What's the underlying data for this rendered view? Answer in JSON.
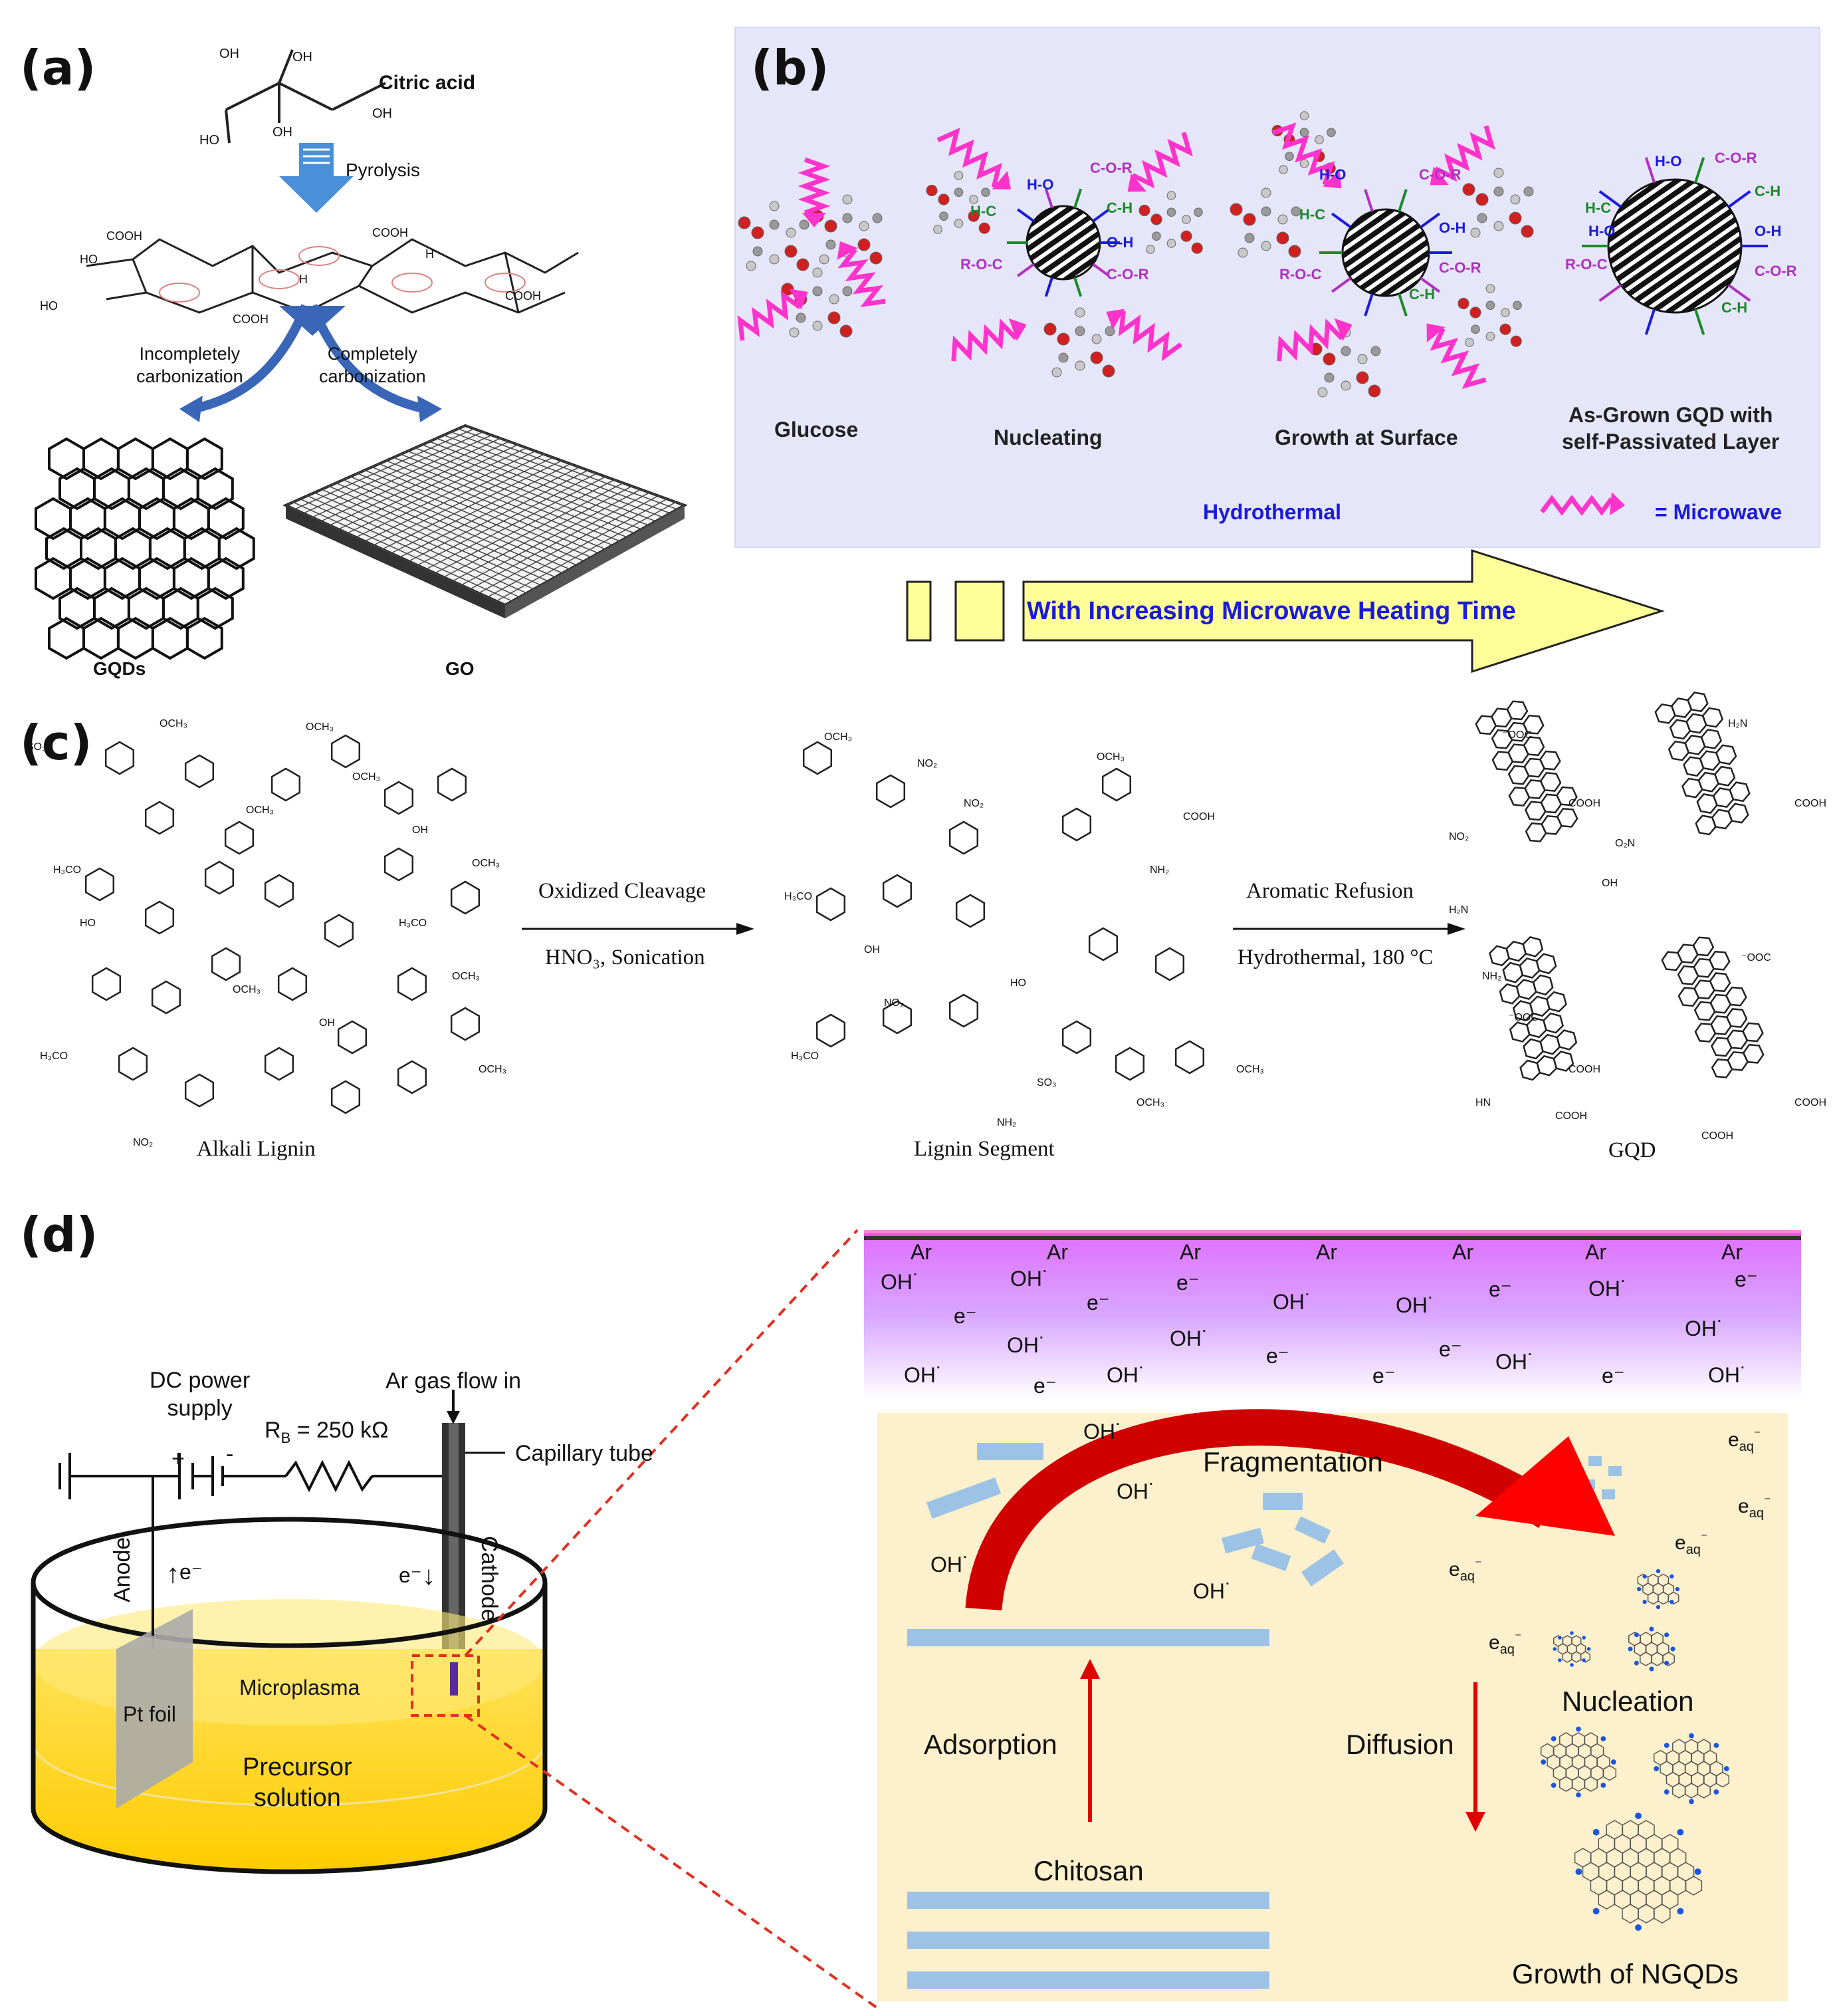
{
  "panels": {
    "a": {
      "letter": "(a)",
      "citric_acid": "Citric acid",
      "pyrolysis": "Pyrolysis",
      "incomplete": [
        "Incompletely",
        "carbonization"
      ],
      "complete": [
        "Completely",
        "carbonization"
      ],
      "gqds": "GQDs",
      "go": "GO",
      "cooh": "COOH",
      "oh": "OH",
      "h": "H",
      "ho": "HO"
    },
    "b": {
      "letter": "(b)",
      "stages": [
        "Glucose",
        "Nucleating",
        "Growth at Surface",
        "As-Grown GQD with",
        "self-Passivated Layer"
      ],
      "hydrothermal": "Hydrothermal",
      "microwave_legend": "= Microwave",
      "arrow_label": "With Increasing Microwave Heating Time",
      "groups": [
        "H-O",
        "C-O-R",
        "C-H",
        "O-H",
        "R-O-C",
        "H-C"
      ],
      "colors": {
        "background": "#e6e6fa",
        "microwave": "#ff33cc",
        "arrow_fill": "#ffff99",
        "label_blue": "#1a1adc"
      }
    },
    "c": {
      "letter": "(c)",
      "step1_top": "Oxidized Cleavage",
      "step1_bottom": "HNO₃, Sonication",
      "step2_top": "Aromatic Refusion",
      "step2_bottom": "Hydrothermal, 180 °C",
      "alkali_lignin": "Alkali Lignin",
      "lignin_segment": "Lignin Segment",
      "gqd": "GQD",
      "groups": [
        "OCH₃",
        "H₃CO",
        "OH",
        "HO",
        "NO₂",
        "COOH",
        "NH₂",
        "O₂N",
        "HOOC",
        "SO₃",
        "HN",
        "⁻OOC",
        "H₂N"
      ]
    },
    "d": {
      "letter": "(d)",
      "dc_power": [
        "DC power",
        "supply"
      ],
      "resistor": "R",
      "resistor_sub": "B",
      "resistor_value": " = 250 kΩ",
      "ar_gas": "Ar gas flow in",
      "capillary": "Capillary tube",
      "anode": "Anode",
      "cathode": "Cathode",
      "electron": "e⁻",
      "plus": "+",
      "minus": "-",
      "microplasma": "Microplasma",
      "pt_foil": "Pt foil",
      "precursor": [
        "Precursor",
        "solution"
      ],
      "ar": "Ar",
      "oh_rad": "OH˙",
      "e_minus": "e⁻",
      "fragmentation": "Fragmentation",
      "adsorption": "Adsorption",
      "chitosan": "Chitosan",
      "diffusion": "Diffusion",
      "nucleation": "Nucleation",
      "growth": "Growth of NGQDs",
      "eaq": "e",
      "eaq_sub": "aq",
      "eaq_sup": "⁻",
      "colors": {
        "plasma": "#cc33ff",
        "solution_box": "#fdf0cc",
        "chitosan": "#9cc3e6",
        "curved_arrow": "#e00000",
        "dish_liquid": "#ffd21f"
      }
    }
  }
}
